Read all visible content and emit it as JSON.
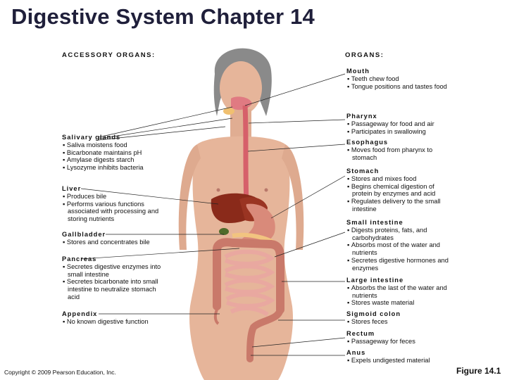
{
  "title": "Digestive System Chapter 14",
  "headers": {
    "accessory": "ACCESSORY ORGANS:",
    "organs": "ORGANS:"
  },
  "accessory": [
    {
      "name": "Salivary glands",
      "items": [
        "Saliva moistens food",
        "Bicarbonate maintains pH",
        "Amylase digests starch",
        "Lysozyme inhibits bacteria"
      ]
    },
    {
      "name": "Liver",
      "items": [
        "Produces bile",
        "Performs various functions associated with processing and storing nutrients"
      ]
    },
    {
      "name": "Gallbladder",
      "items": [
        "Stores and concentrates bile"
      ]
    },
    {
      "name": "Pancreas",
      "items": [
        "Secretes digestive enzymes into small intestine",
        "Secretes bicarbonate into small intestine to neutralize stomach acid"
      ]
    },
    {
      "name": "Appendix",
      "items": [
        "No known digestive function"
      ]
    }
  ],
  "organs": [
    {
      "name": "Mouth",
      "items": [
        "Teeth chew food",
        "Tongue positions and tastes food"
      ]
    },
    {
      "name": "Pharynx",
      "items": [
        "Passageway for food and air",
        "Participates in swallowing"
      ]
    },
    {
      "name": "Esophagus",
      "items": [
        "Moves food from pharynx to stomach"
      ]
    },
    {
      "name": "Stomach",
      "items": [
        "Stores and mixes food",
        "Begins chemical digestion of protein by enzymes and acid",
        "Regulates delivery to the small intestine"
      ]
    },
    {
      "name": "Small intestine",
      "items": [
        "Digests proteins, fats, and carbohydrates",
        "Absorbs most of the water and nutrients",
        "Secretes digestive hormones and enzymes"
      ]
    },
    {
      "name": "Large intestine",
      "items": [
        "Absorbs the last of the water and nutrients",
        "Stores waste material"
      ]
    },
    {
      "name": "Sigmoid colon",
      "items": [
        "Stores feces"
      ]
    },
    {
      "name": "Rectum",
      "items": [
        "Passageway for feces"
      ]
    },
    {
      "name": "Anus",
      "items": [
        "Expels undigested material"
      ]
    }
  ],
  "copyright": "Copyright © 2009 Pearson Education, Inc.",
  "figure_label": "Figure 14.1",
  "colors": {
    "title": "#1f1f3a",
    "skin": "#e6b59a",
    "liver": "#8a2a1a",
    "stomach": "#d98a7a",
    "intestine": "#e9a8a0",
    "colon": "#c9796a",
    "gallbladder": "#4f6b2a",
    "esophagus": "#d6606a"
  }
}
